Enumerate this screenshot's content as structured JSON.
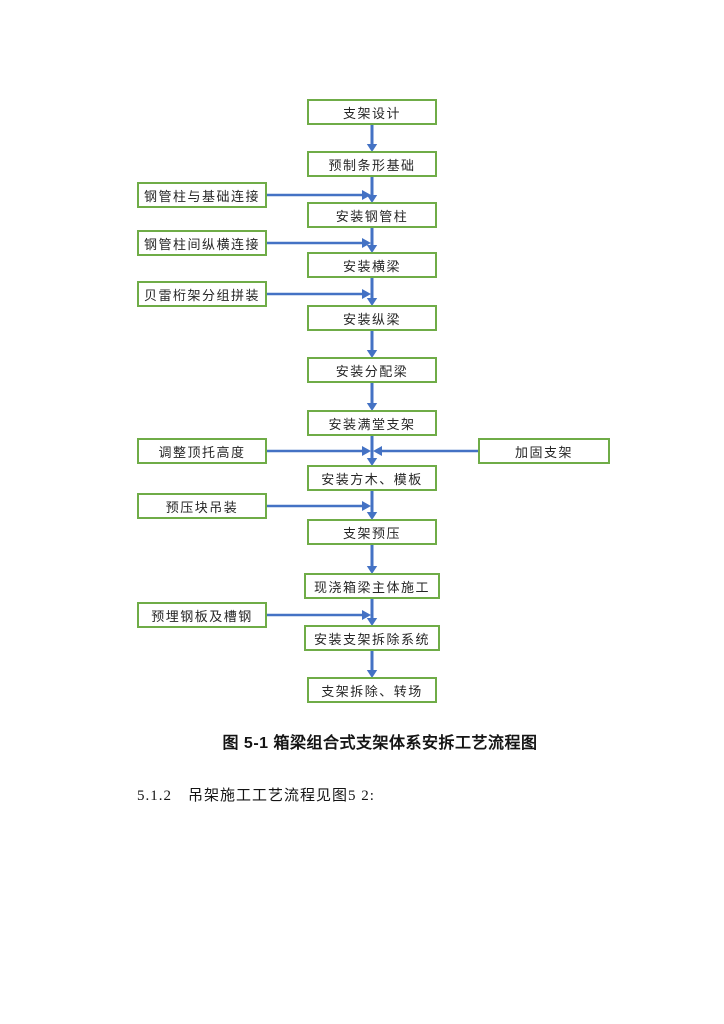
{
  "page": {
    "caption": "图 5-1 箱梁组合式支架体系安拆工艺流程图",
    "section_text": "5.1.2　吊架施工工艺流程见图5 2:"
  },
  "flowchart": {
    "main_nodes": [
      "支架设计",
      "预制条形基础",
      "安装钢管柱",
      "安装横梁",
      "安装纵梁",
      "安装分配梁",
      "安装满堂支架",
      "安装方木、模板",
      "支架预压",
      "现浇箱梁主体施工",
      "安装支架拆除系统",
      "支架拆除、转场"
    ],
    "left_nodes": [
      "钢管柱与基础连接",
      "钢管柱间纵横连接",
      "贝雷桁架分组拼装",
      "调整顶托高度",
      "预压块吊装",
      "预埋钢板及槽钢"
    ],
    "right_nodes": [
      "加固支架"
    ],
    "colors": {
      "node_border": "#6FAC47",
      "arrow": "#4472C4",
      "text": "#262626",
      "background": "#FFFFFF"
    }
  }
}
